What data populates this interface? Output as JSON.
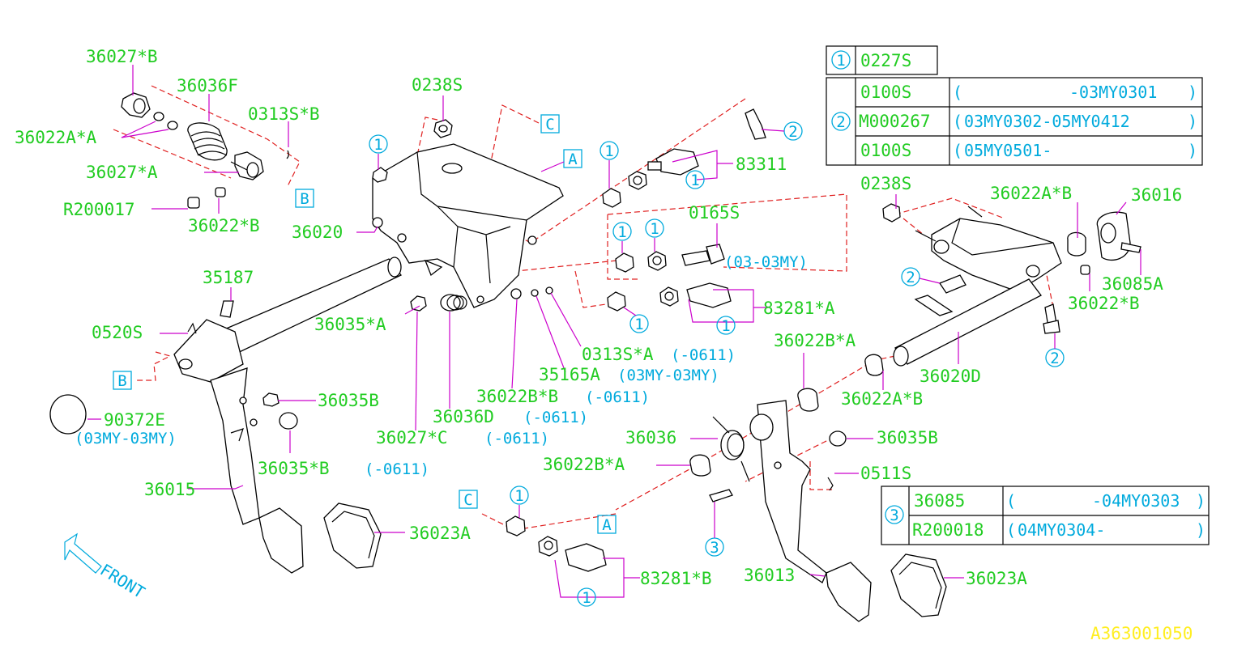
{
  "diagram_code": "A363001050",
  "front_label": "FRONT",
  "callouts": {
    "p36027_B": "36027*B",
    "p36036F": "36036F",
    "p0313S_B": "0313S*B",
    "p36022A_A": "36022A*A",
    "p36027_A": "36027*A",
    "pR200017": "R200017",
    "p36022_B_left": "36022*B",
    "p0238S_top": "0238S",
    "p36020": "36020",
    "p83311": "83311",
    "p0165S": "0165S",
    "p0165S_range": "(03-03MY)",
    "p35187": "35187",
    "p0520S": "0520S",
    "p36035_A": "36035*A",
    "p83281_A": "83281*A",
    "p0313S_A": "0313S*A",
    "p0313S_A_range": "(-0611)",
    "p35165A": "35165A",
    "p35165A_range": "(03MY-03MY)",
    "p36022B_B": "36022B*B",
    "p36022B_B_range": "(-0611)",
    "p36036D": "36036D",
    "p36036D_range": "(-0611)",
    "p36027_C": "36027*C",
    "p36027_C_range": "(-0611)",
    "p36035B_left": "36035B",
    "p90372E": "90372E",
    "p90372E_range": "(03MY-03MY)",
    "p36035_B": "36035*B",
    "p36035_B_range": "(-0611)",
    "p36015": "36015",
    "p36023A_left": "36023A",
    "p83281_B": "83281*B",
    "p0238S_right": "0238S",
    "p36022A_B_top": "36022A*B",
    "p36016": "36016",
    "p36085A": "36085A",
    "p36022_B_right": "36022*B",
    "p36022B_A_top": "36022B*A",
    "p36020D": "36020D",
    "p36022A_B_mid": "36022A*B",
    "p36036": "36036",
    "p36035B_right": "36035B",
    "p36022B_A_low": "36022B*A",
    "p0511S": "0511S",
    "p36013": "36013",
    "p36023A_right": "36023A"
  },
  "ref_marks": {
    "one": "1",
    "two": "2",
    "three": "3",
    "A": "A",
    "B": "B",
    "C": "C"
  },
  "tables": {
    "t1": {
      "ref": "1",
      "part": "0227S"
    },
    "t2": {
      "ref": "2",
      "rows": [
        {
          "part": "0100S",
          "range_open": "(",
          "range_body": "-03MY0301",
          "range_close": ")"
        },
        {
          "part": "M000267",
          "range_open": "(",
          "range_body": "03MY0302-05MY0412",
          "range_close": ")"
        },
        {
          "part": "0100S",
          "range_open": "(",
          "range_body": "05MY0501-",
          "range_close": ")"
        }
      ]
    },
    "t3": {
      "ref": "3",
      "rows": [
        {
          "part": "36085",
          "range_open": "(",
          "range_body": "-04MY0303",
          "range_close": ")"
        },
        {
          "part": "R200018",
          "range_open": "(",
          "range_body": "04MY0304-",
          "range_close": ")"
        }
      ]
    }
  },
  "colors": {
    "label_green": "#22cc22",
    "ref_cyan": "#00aadd",
    "leader_magenta": "#cc00cc",
    "dash_red": "#e02020",
    "code_yellow": "#ffee22"
  }
}
